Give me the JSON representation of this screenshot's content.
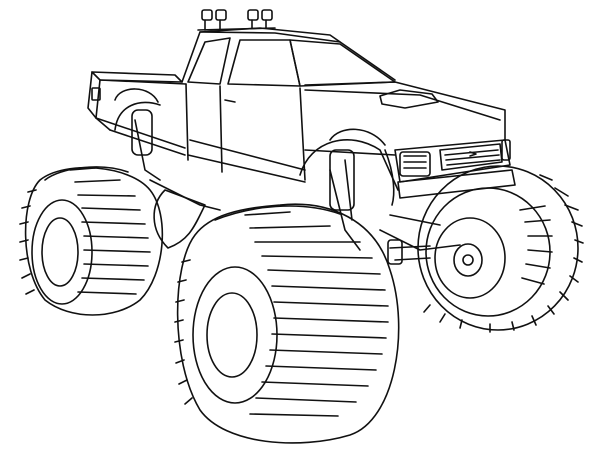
{
  "image": {
    "kind": "line-art coloring page",
    "subject": "monster truck",
    "colors": {
      "background": "#ffffff",
      "line": "#111111"
    },
    "parts": {
      "roof_lights": 4,
      "visible_wheels": 4,
      "doors": 2
    }
  }
}
